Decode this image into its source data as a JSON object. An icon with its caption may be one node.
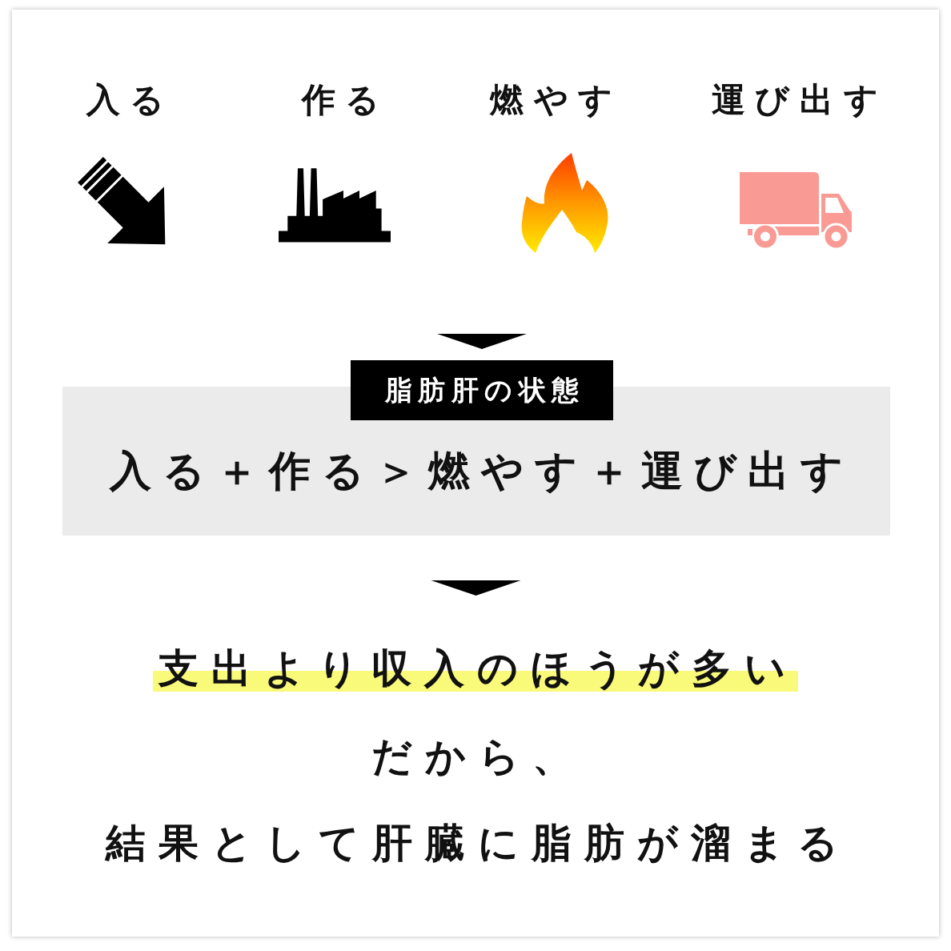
{
  "diagram": {
    "nodes": [
      {
        "text": [
          "脂肪肝の状態"
        ]
      },
      {
        "text": [
          "入る＋作る＞燃やす＋運び出す"
        ]
      },
      {
        "text": [
          "支出より収入のほうが多い",
          "だから、",
          "結果として肝臓に脂肪が溜まる"
        ]
      }
    ],
    "edges": [
      {
        "from": null,
        "to": 0,
        "arrow": "to"
      },
      {
        "from": 1,
        "to": 2,
        "arrow": "to"
      }
    ],
    "labels": [
      "入る",
      "作る",
      "燃やす",
      "運び出す"
    ]
  }
}
